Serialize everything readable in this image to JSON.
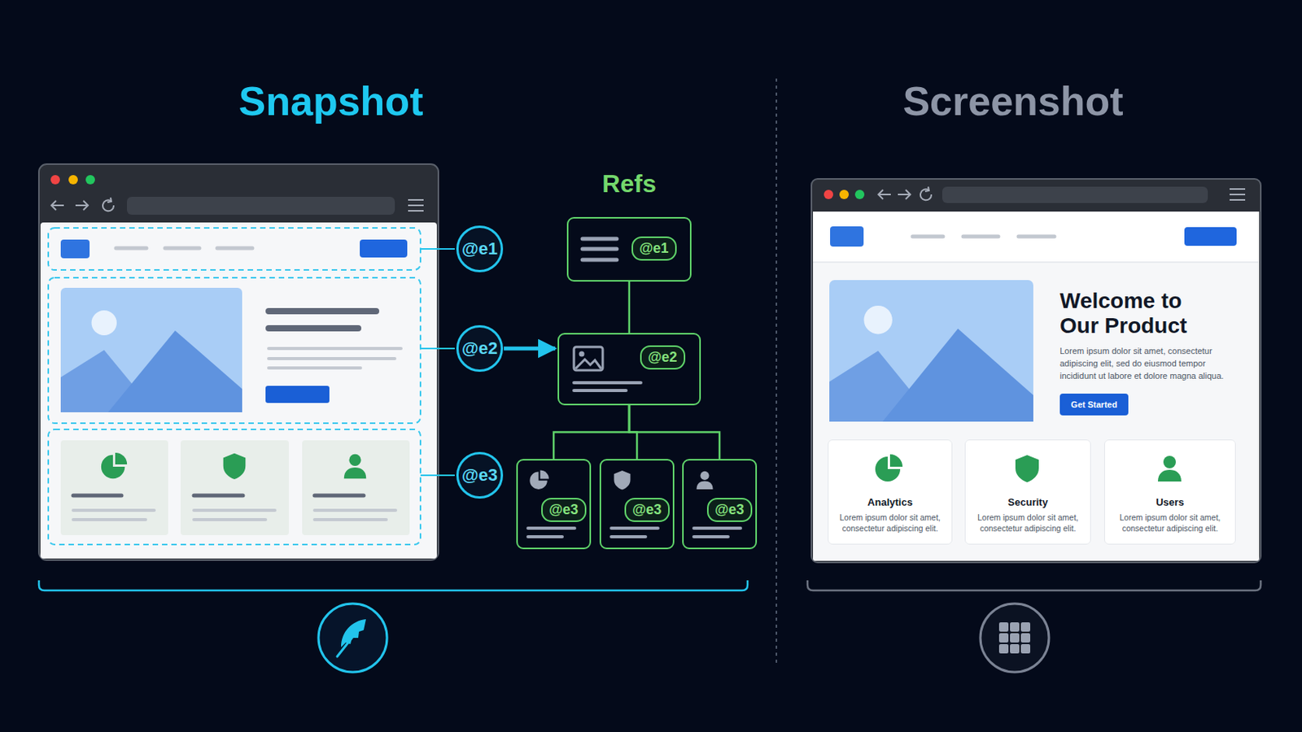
{
  "diagram": {
    "nodes": [
      {
        "text": [
          "@e1"
        ]
      },
      {
        "text": [
          "@e2"
        ]
      },
      {
        "text": [
          "@e3"
        ]
      },
      {
        "text": [
          "@e1"
        ]
      },
      {
        "text": [
          "@e2"
        ]
      },
      {
        "text": [
          "@e3"
        ]
      },
      {
        "text": [
          "@e3"
        ]
      },
      {
        "text": [
          "@e3"
        ]
      },
      {
        "text": [
          "Welcome to Our Product",
          "Lorem ipsum dolor sit amet, consectetur adipiscing elit, sed do eiusmod tempor incididunt ut labore et dolore magna aliqua."
        ]
      },
      {
        "text": [
          "Get Started"
        ],
        "in": 8
      },
      {
        "text": [
          "Analytics",
          "Lorem ipsum dolor sit amet, consectetur adipiscing elit."
        ],
        "in": 8
      },
      {
        "text": [
          "Security",
          "Lorem ipsum dolor sit amet, consectetur adipiscing elit."
        ],
        "in": 8
      },
      {
        "text": [
          "Users",
          "Lorem ipsum dolor sit amet, consectetur adipiscing elit."
        ],
        "in": 8
      }
    ],
    "edges": [
      {
        "from": 1,
        "to": 4,
        "arrow": "to"
      },
      {
        "from": 3,
        "to": 4,
        "arrow": "none"
      },
      {
        "from": 4,
        "to": 5,
        "arrow": "none"
      },
      {
        "from": 4,
        "to": 6,
        "arrow": "none"
      },
      {
        "from": 4,
        "to": 7,
        "arrow": "none"
      }
    ],
    "labels": [
      "Snapshot",
      "Refs",
      "Screenshot"
    ]
  }
}
